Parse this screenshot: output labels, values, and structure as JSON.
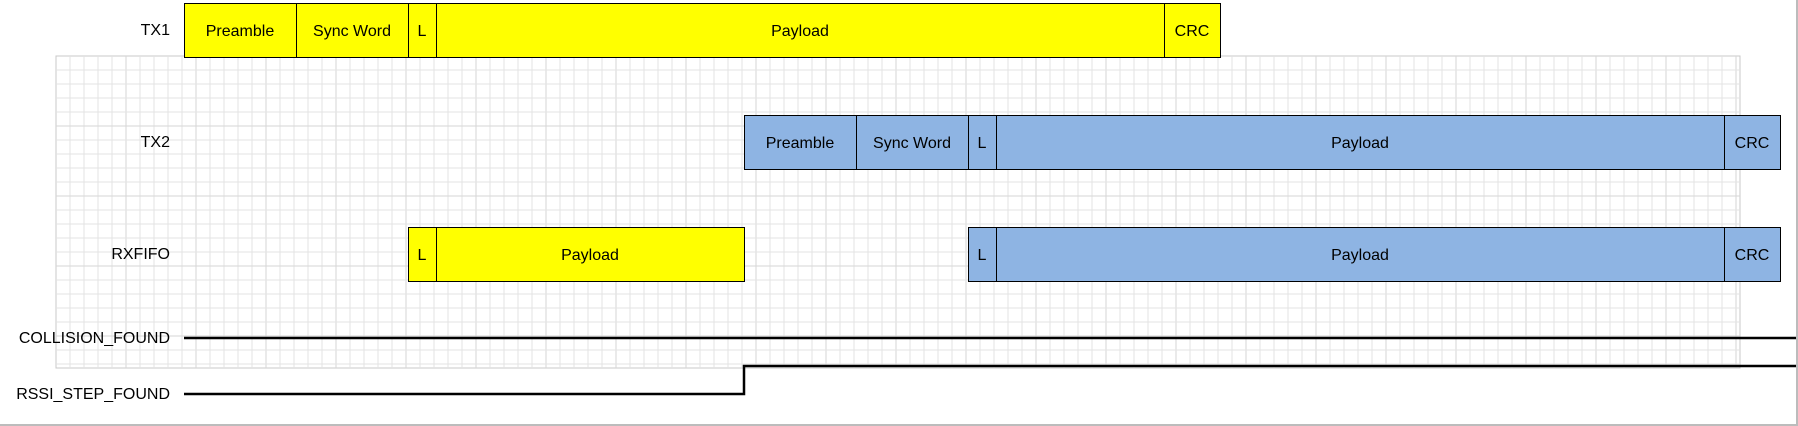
{
  "signals": [
    {
      "label": "TX1",
      "segments": [
        {
          "text": "Preamble",
          "color": "#ffff00"
        },
        {
          "text": "Sync Word",
          "color": "#ffff00"
        },
        {
          "text": "L",
          "color": "#ffff00"
        },
        {
          "text": "Payload",
          "color": "#ffff00"
        },
        {
          "text": "CRC",
          "color": "#ffff00"
        }
      ]
    },
    {
      "label": "TX2",
      "segments": [
        {
          "text": "Preamble",
          "color": "#8eb4e3"
        },
        {
          "text": "Sync Word",
          "color": "#8eb4e3"
        },
        {
          "text": "L",
          "color": "#8eb4e3"
        },
        {
          "text": "Payload",
          "color": "#8eb4e3"
        },
        {
          "text": "CRC",
          "color": "#8eb4e3"
        }
      ]
    },
    {
      "label": "RXFIFO",
      "segments": [
        {
          "text": "L",
          "color": "#ffff00"
        },
        {
          "text": "Payload",
          "color": "#ffff00"
        },
        {
          "text": "L",
          "color": "#8eb4e3"
        },
        {
          "text": "Payload",
          "color": "#8eb4e3"
        },
        {
          "text": "CRC",
          "color": "#8eb4e3"
        }
      ]
    }
  ],
  "flags": [
    {
      "label": "COLLISION_FOUND",
      "asserted": false
    },
    {
      "label": "RSSI_STEP_FOUND",
      "asserted": true
    }
  ],
  "colors": {
    "tx1": "#ffff00",
    "tx2": "#8eb4e3",
    "grid": "#e3e3e3",
    "line": "#000000",
    "text": "#000000"
  }
}
